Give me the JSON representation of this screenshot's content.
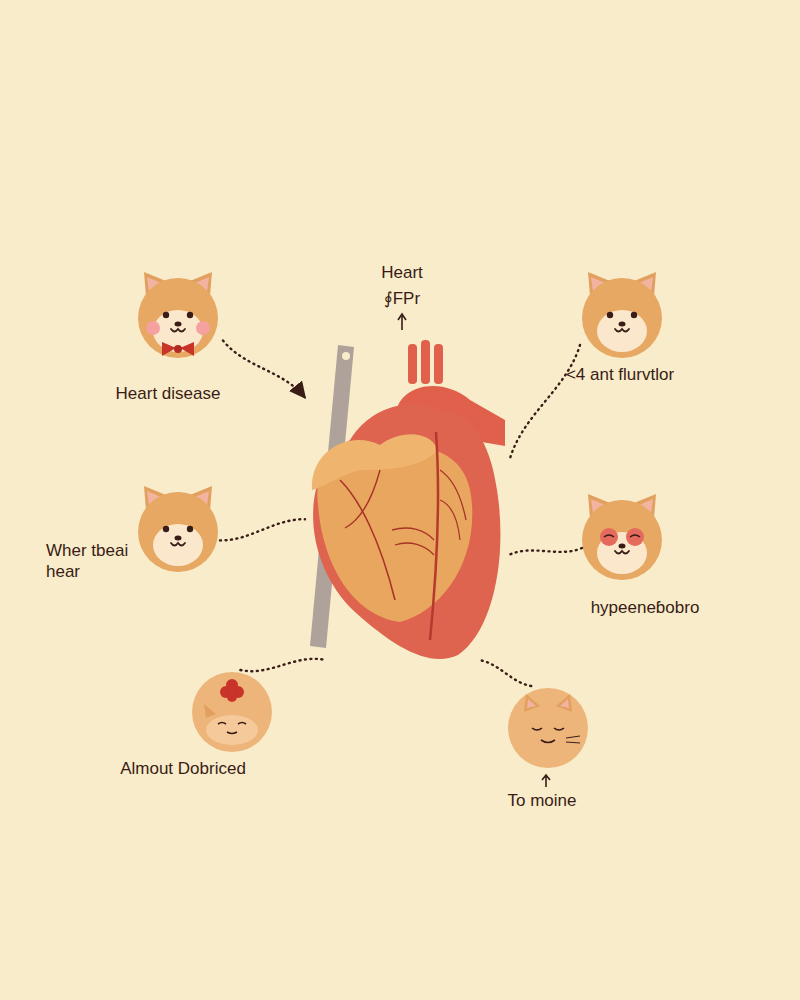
{
  "diagram": {
    "nodes": [
      {
        "text": [
          "Heart disease"
        ]
      },
      {
        "text": [
          "Heart",
          "∮FPr"
        ]
      },
      {
        "text": [
          "<4 ant flurvtlor"
        ]
      },
      {
        "text": [
          "Wher tbeai hear"
        ]
      },
      {
        "text": [
          "hypeeneɓobro"
        ]
      },
      {
        "text": [
          "Almout Dobriced"
        ]
      },
      {
        "text": [
          "To moine"
        ]
      }
    ],
    "edges": [
      {
        "from": 0,
        "to": 1,
        "arrow": "to"
      },
      {
        "from": 2,
        "to": 1,
        "arrow": "none"
      },
      {
        "from": 3,
        "to": 1,
        "arrow": "none"
      },
      {
        "from": 4,
        "to": 1,
        "arrow": "none"
      },
      {
        "from": 5,
        "to": 1,
        "arrow": "none"
      },
      {
        "from": 6,
        "to": 1,
        "arrow": "none"
      }
    ]
  }
}
